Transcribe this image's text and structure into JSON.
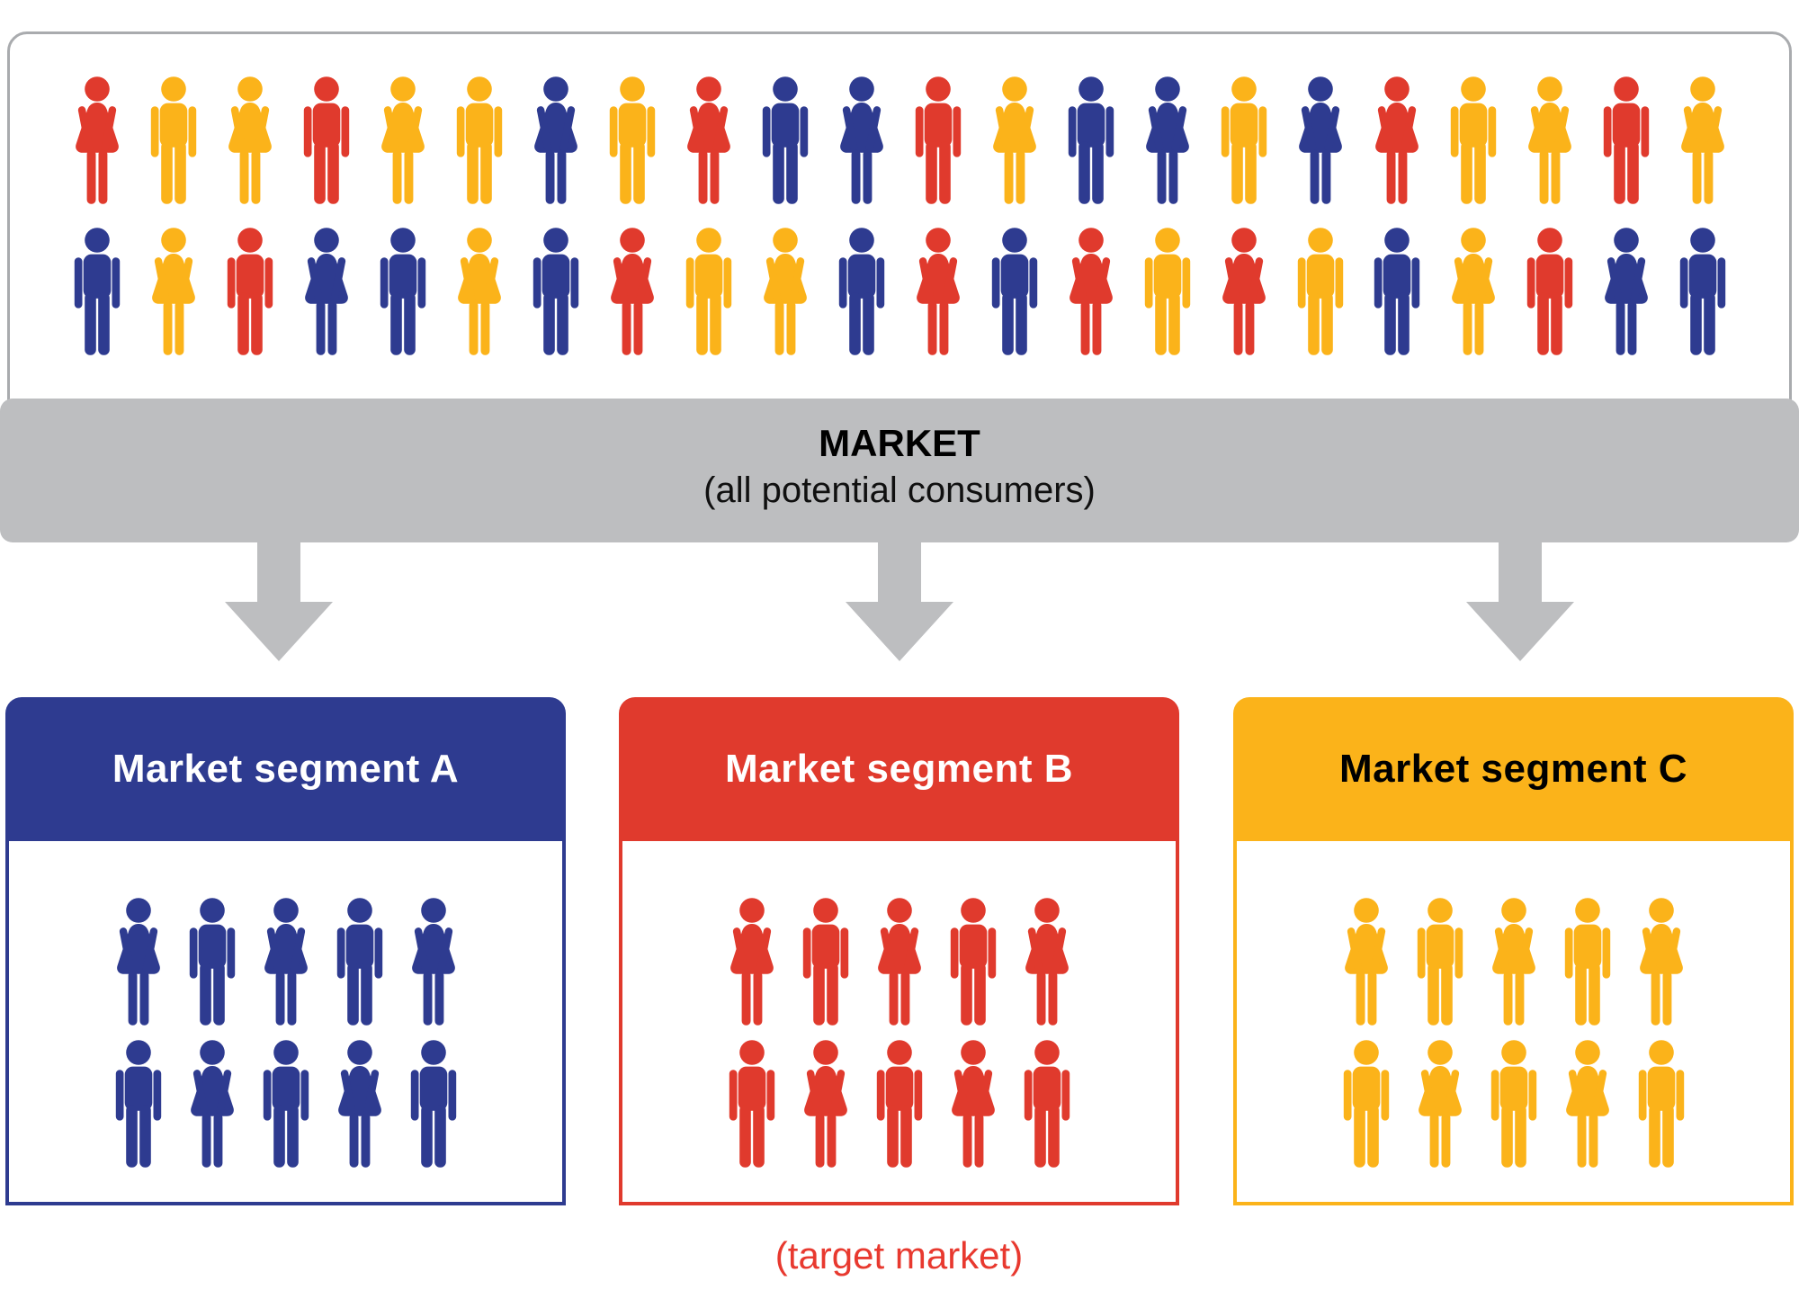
{
  "colors": {
    "red": "#E03A2D",
    "yellow": "#FBB31A",
    "blue": "#2E3B90",
    "band": "#BDBEC0",
    "arrow": "#BDBEC0",
    "panel_border": "#A9ABAE",
    "target_text": "#E8392F"
  },
  "market_band": {
    "title": "MARKET",
    "subtitle": "(all potential consumers)"
  },
  "crowd": {
    "row1": [
      "red-f",
      "yellow-m",
      "yellow-f",
      "red-m",
      "yellow-f",
      "yellow-m",
      "blue-f",
      "yellow-m",
      "red-f",
      "blue-m",
      "blue-f",
      "red-m",
      "yellow-f",
      "blue-m",
      "blue-f",
      "yellow-m",
      "blue-f",
      "red-f",
      "yellow-m",
      "yellow-f",
      "red-m",
      "yellow-f"
    ],
    "row2": [
      "blue-m",
      "yellow-f",
      "red-m",
      "blue-f",
      "blue-m",
      "yellow-f",
      "blue-m",
      "red-f",
      "yellow-m",
      "yellow-f",
      "blue-m",
      "red-f",
      "blue-m",
      "red-f",
      "yellow-m",
      "red-f",
      "yellow-m",
      "blue-m",
      "yellow-f",
      "red-m",
      "blue-f",
      "blue-m"
    ]
  },
  "segments": [
    {
      "label": "Market segment A",
      "color_key": "blue",
      "text_color": "#FFFFFF",
      "people_row1": [
        "blue-f",
        "blue-m",
        "blue-f",
        "blue-m",
        "blue-f"
      ],
      "people_row2": [
        "blue-m",
        "blue-f",
        "blue-m",
        "blue-f",
        "blue-m"
      ]
    },
    {
      "label": "Market segment B",
      "color_key": "red",
      "text_color": "#FFFFFF",
      "people_row1": [
        "red-f",
        "red-m",
        "red-f",
        "red-m",
        "red-f"
      ],
      "people_row2": [
        "red-m",
        "red-f",
        "red-m",
        "red-f",
        "red-m"
      ]
    },
    {
      "label": "Market segment C",
      "color_key": "yellow",
      "text_color": "#000000",
      "people_row1": [
        "yellow-f",
        "yellow-m",
        "yellow-f",
        "yellow-m",
        "yellow-f"
      ],
      "people_row2": [
        "yellow-m",
        "yellow-f",
        "yellow-m",
        "yellow-f",
        "yellow-m"
      ]
    }
  ],
  "footnote": {
    "text": "(target market)"
  }
}
